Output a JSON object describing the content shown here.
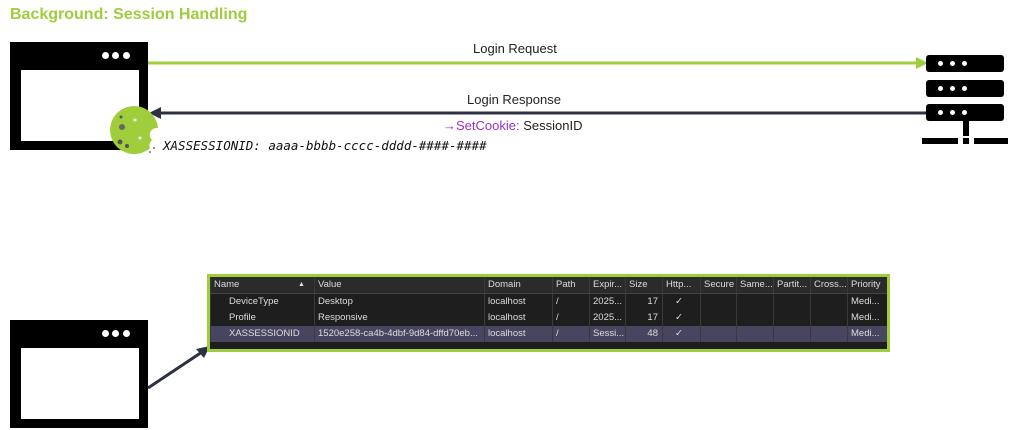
{
  "title": "Background: Session Handling",
  "request_label": "Login Request",
  "response_label": "Login Response",
  "set_cookie": {
    "prefix": "→SetCookie:",
    "value": " SessionID"
  },
  "session_line": "XASSESSIONID: aaaa-bbbb-cccc-dddd-####-####",
  "colors": {
    "accent": "#9fcd3c",
    "response_arrow": "#2d3142",
    "setcookie": "#9b30c8"
  },
  "table": {
    "headers": [
      "Name",
      "Value",
      "Domain",
      "Path",
      "Expir...",
      "Size",
      "Http...",
      "Secure",
      "Same...",
      "Partit...",
      "Cross...",
      "Priority"
    ],
    "sort_indicator": "▲",
    "rows": [
      [
        "DeviceType",
        "Desktop",
        "localhost",
        "/",
        "2025...",
        "17",
        "✓",
        "",
        "",
        "",
        "",
        "Medi..."
      ],
      [
        "Profile",
        "Responsive",
        "localhost",
        "/",
        "2025...",
        "17",
        "✓",
        "",
        "",
        "",
        "",
        "Medi..."
      ],
      [
        "XASSESSIONID",
        "1520e258-ca4b-4dbf-9d84-dffd70eb...",
        "localhost",
        "/",
        "Sessi...",
        "48",
        "✓",
        "",
        "",
        "",
        "",
        "Medi..."
      ]
    ],
    "selected_row": 2
  }
}
